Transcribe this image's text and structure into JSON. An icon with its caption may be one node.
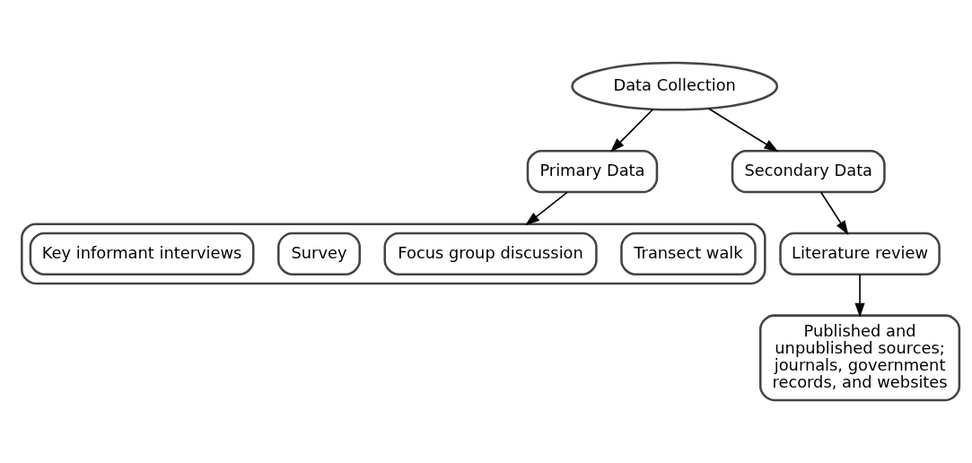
{
  "diagram": {
    "nodes": [
      {
        "text": [
          "Data Collection"
        ]
      },
      {
        "text": [
          "Primary Data"
        ]
      },
      {
        "text": [
          "Secondary Data"
        ]
      },
      {
        "text": [],
        "shape": "box"
      },
      {
        "text": [
          "Transect walk"
        ],
        "in": 3
      },
      {
        "text": [
          "Focus group discussion"
        ],
        "in": 3
      },
      {
        "text": [
          "Survey"
        ],
        "in": 3
      },
      {
        "text": [
          "Key informant interviews"
        ],
        "in": 3
      },
      {
        "text": [
          "Literature review"
        ]
      },
      {
        "text": [
          "Published and unpublished sources; journals, government records, and websites"
        ]
      }
    ],
    "edges": [
      {
        "from": 0,
        "to": 1,
        "arrow": "to"
      },
      {
        "from": 0,
        "to": 2,
        "arrow": "to"
      },
      {
        "from": 1,
        "to": 3,
        "arrow": "to"
      },
      {
        "from": 2,
        "to": 8,
        "arrow": "to"
      },
      {
        "from": 8,
        "to": 9,
        "arrow": "to"
      }
    ]
  }
}
